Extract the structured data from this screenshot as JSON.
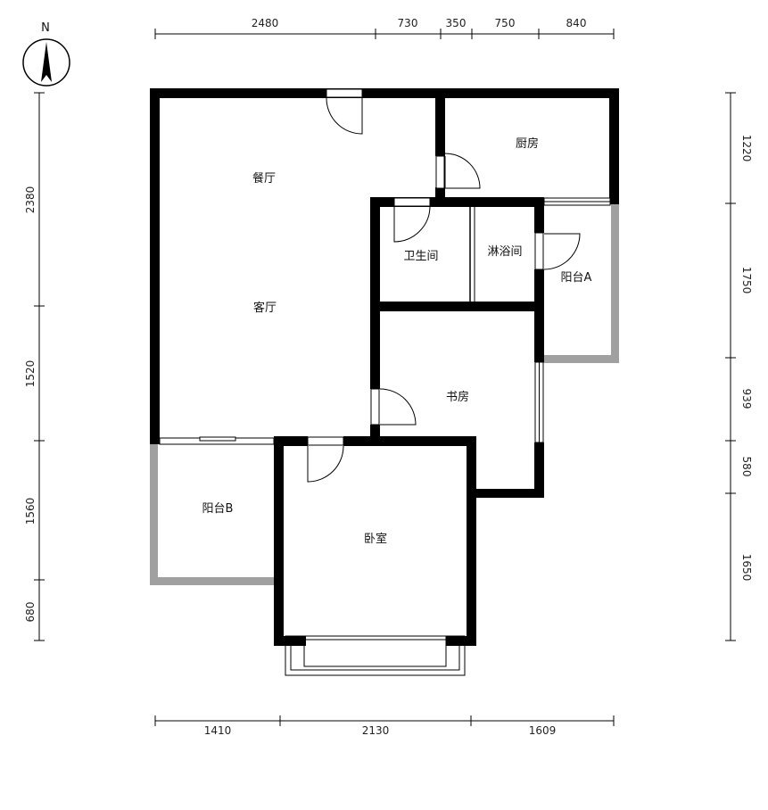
{
  "compass": {
    "label": "N"
  },
  "dimensions": {
    "top": [
      "2480",
      "730",
      "350",
      "750",
      "840"
    ],
    "bottom": [
      "1410",
      "2130",
      "1609"
    ],
    "left": [
      "2380",
      "1520",
      "1560",
      "680"
    ],
    "right": [
      "1220",
      "1750",
      "939",
      "580",
      "1650"
    ]
  },
  "rooms": {
    "dining": "餐厅",
    "living": "客厅",
    "kitchen": "厨房",
    "bathroom": "卫生间",
    "shower": "淋浴间",
    "balcony_a": "阳台A",
    "study": "书房",
    "balcony_b": "阳台B",
    "bedroom": "卧室"
  },
  "colors": {
    "wall": "#000000",
    "balcony_wall": "#a0a0a0"
  }
}
